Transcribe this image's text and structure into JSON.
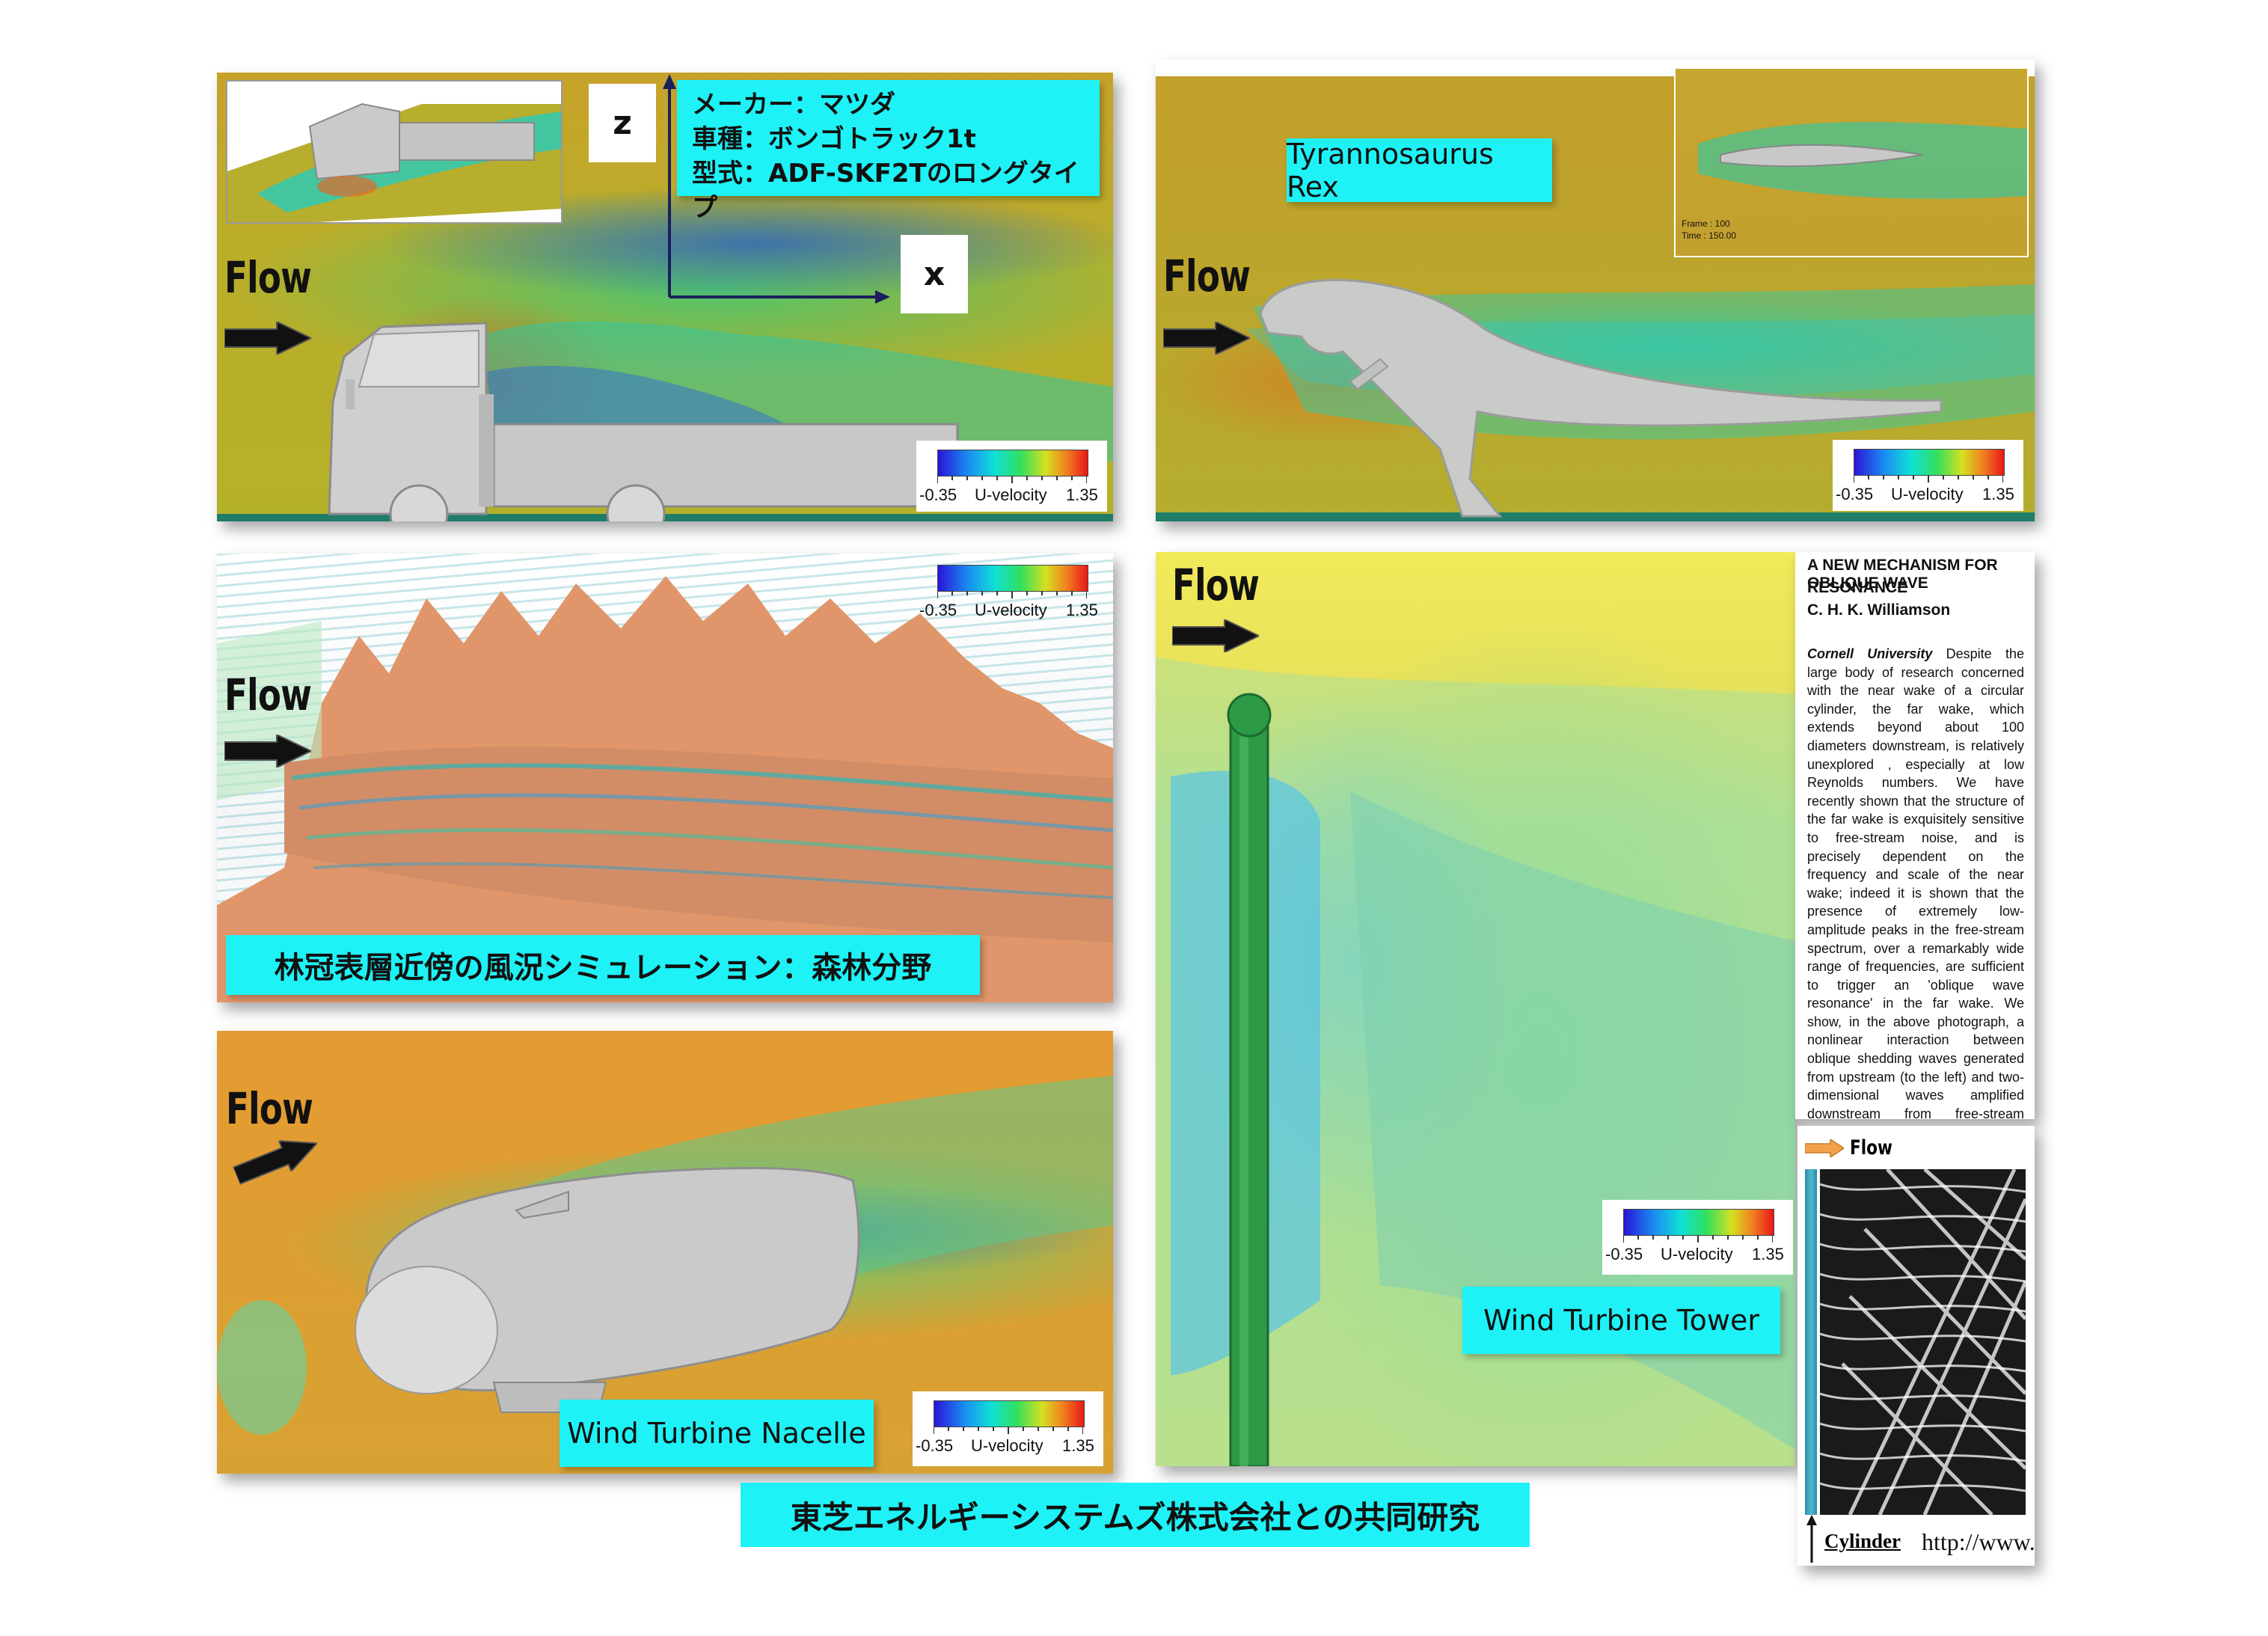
{
  "flow_label": "Flow",
  "colorbar": {
    "min": "-0.35",
    "label": "U-velocity",
    "max": "1.35"
  },
  "truck": {
    "info_lines": [
      "メーカー：マツダ",
      "車種：ボンゴトラック1t",
      "型式：ADF-SKF2Tのロングタイプ"
    ],
    "axis_z": "z",
    "axis_x": "x"
  },
  "trex": {
    "title": "Tyrannosaurus Rex",
    "inset_frame": "Frame : 100",
    "inset_time": "Time : 150.00"
  },
  "forest": {
    "caption": "林冠表層近傍の風況シミュレーション：森林分野"
  },
  "nacelle": {
    "caption": "Wind Turbine Nacelle"
  },
  "tower": {
    "caption": "Wind Turbine Tower"
  },
  "paper": {
    "title_line1": "A NEW MECHANISM FOR OBLIQUE WAVE",
    "title_line2": "RESONANCE",
    "author": "C. H. K. Williamson",
    "affiliation": "Cornell University",
    "abstract": "Despite the large body of research concerned with the near wake of a circular cylinder, the far wake, which extends beyond about 100 diameters downstream, is relatively unexplored , especially at low Reynolds numbers. We have recently shown that the structure of the far wake is exquisitely sensitive to free-stream noise, and is precisely dependent on the frequency and scale of the near wake; indeed it is shown that the presence of extremely low-amplitude peaks in the free-stream spectrum, over a remarkably wide range of frequencies, are sufficient to trigger an 'oblique wave resonance' in the far wake. We show, in the above photograph, a nonlinear interaction between oblique shedding waves generated from upstream (to the left) and two-dimensional waves amplified downstream from free-stream disturbances (in the central region). We use the smoke-wire flow visualization technique, with the smoke-wire placed 50 diameters downstream of the cylinder. The wake is viewed in planview and the flow is to the right. This two-wave interaction triggers a thrid wave, namely an 'oblique resonance wave' at a large oblique angle, to grow through nonlinear effects (in the right half of the photograph), in preference to the original two waves. If smoke it introduced 100 diameters downstream, then all that is seen is a set of such large-angle oblique resonance waves."
  },
  "photo": {
    "flow": "Flow",
    "cylinder": "Cylinder",
    "url": "http://www.efluids.com/"
  },
  "footer": {
    "caption": "東芝エネルギーシステムズ株式会社との共同研究"
  }
}
